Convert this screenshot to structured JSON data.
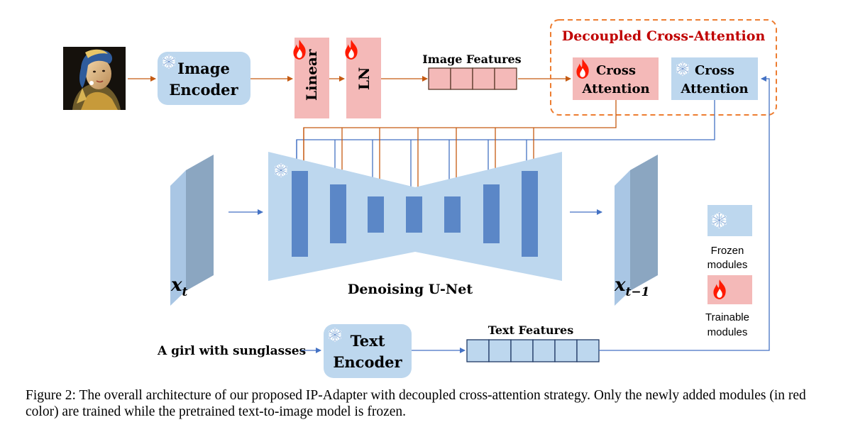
{
  "image_encoder": {
    "line1": "Image",
    "line2": "Encoder"
  },
  "linear_label": "Linear",
  "ln_label": "LN",
  "image_features_label": "Image Features",
  "decoupled_title": "Decoupled Cross-Attention",
  "cross_attention_trainable": {
    "line1": "Cross",
    "line2": "Attention"
  },
  "cross_attention_frozen": {
    "line1": "Cross",
    "line2": "Attention"
  },
  "unet_label": "Denoising U-Net",
  "xt_label": {
    "base": "x",
    "sub": "t"
  },
  "xt1_label": {
    "base": "x",
    "sub": "t−1"
  },
  "legend": {
    "frozen": {
      "line1": "Frozen",
      "line2": "modules"
    },
    "trainable": {
      "line1": "Trainable",
      "line2": "modules"
    }
  },
  "prompt_text": "A girl with sunglasses",
  "text_encoder": {
    "line1": "Text",
    "line2": "Encoder"
  },
  "text_features_label": "Text Features",
  "caption": "Figure 2: The overall architecture of our proposed IP-Adapter with decoupled cross-attention strategy. Only the newly added modules (in red color) are trained while the pretrained text-to-image model is frozen.",
  "colors": {
    "frozen_fill": "#bdd7ee",
    "trainable_fill": "#f4b9b8",
    "orange_arrow": "#c55a11",
    "blue_arrow": "#4472c4",
    "unet_fill": "#bdd7ee",
    "unet_block": "#5b87c7",
    "dashed_border": "#ed7d31",
    "title_red": "#c00000"
  },
  "icons": [
    "snowflake-icon",
    "flame-icon",
    "portrait-image"
  ]
}
